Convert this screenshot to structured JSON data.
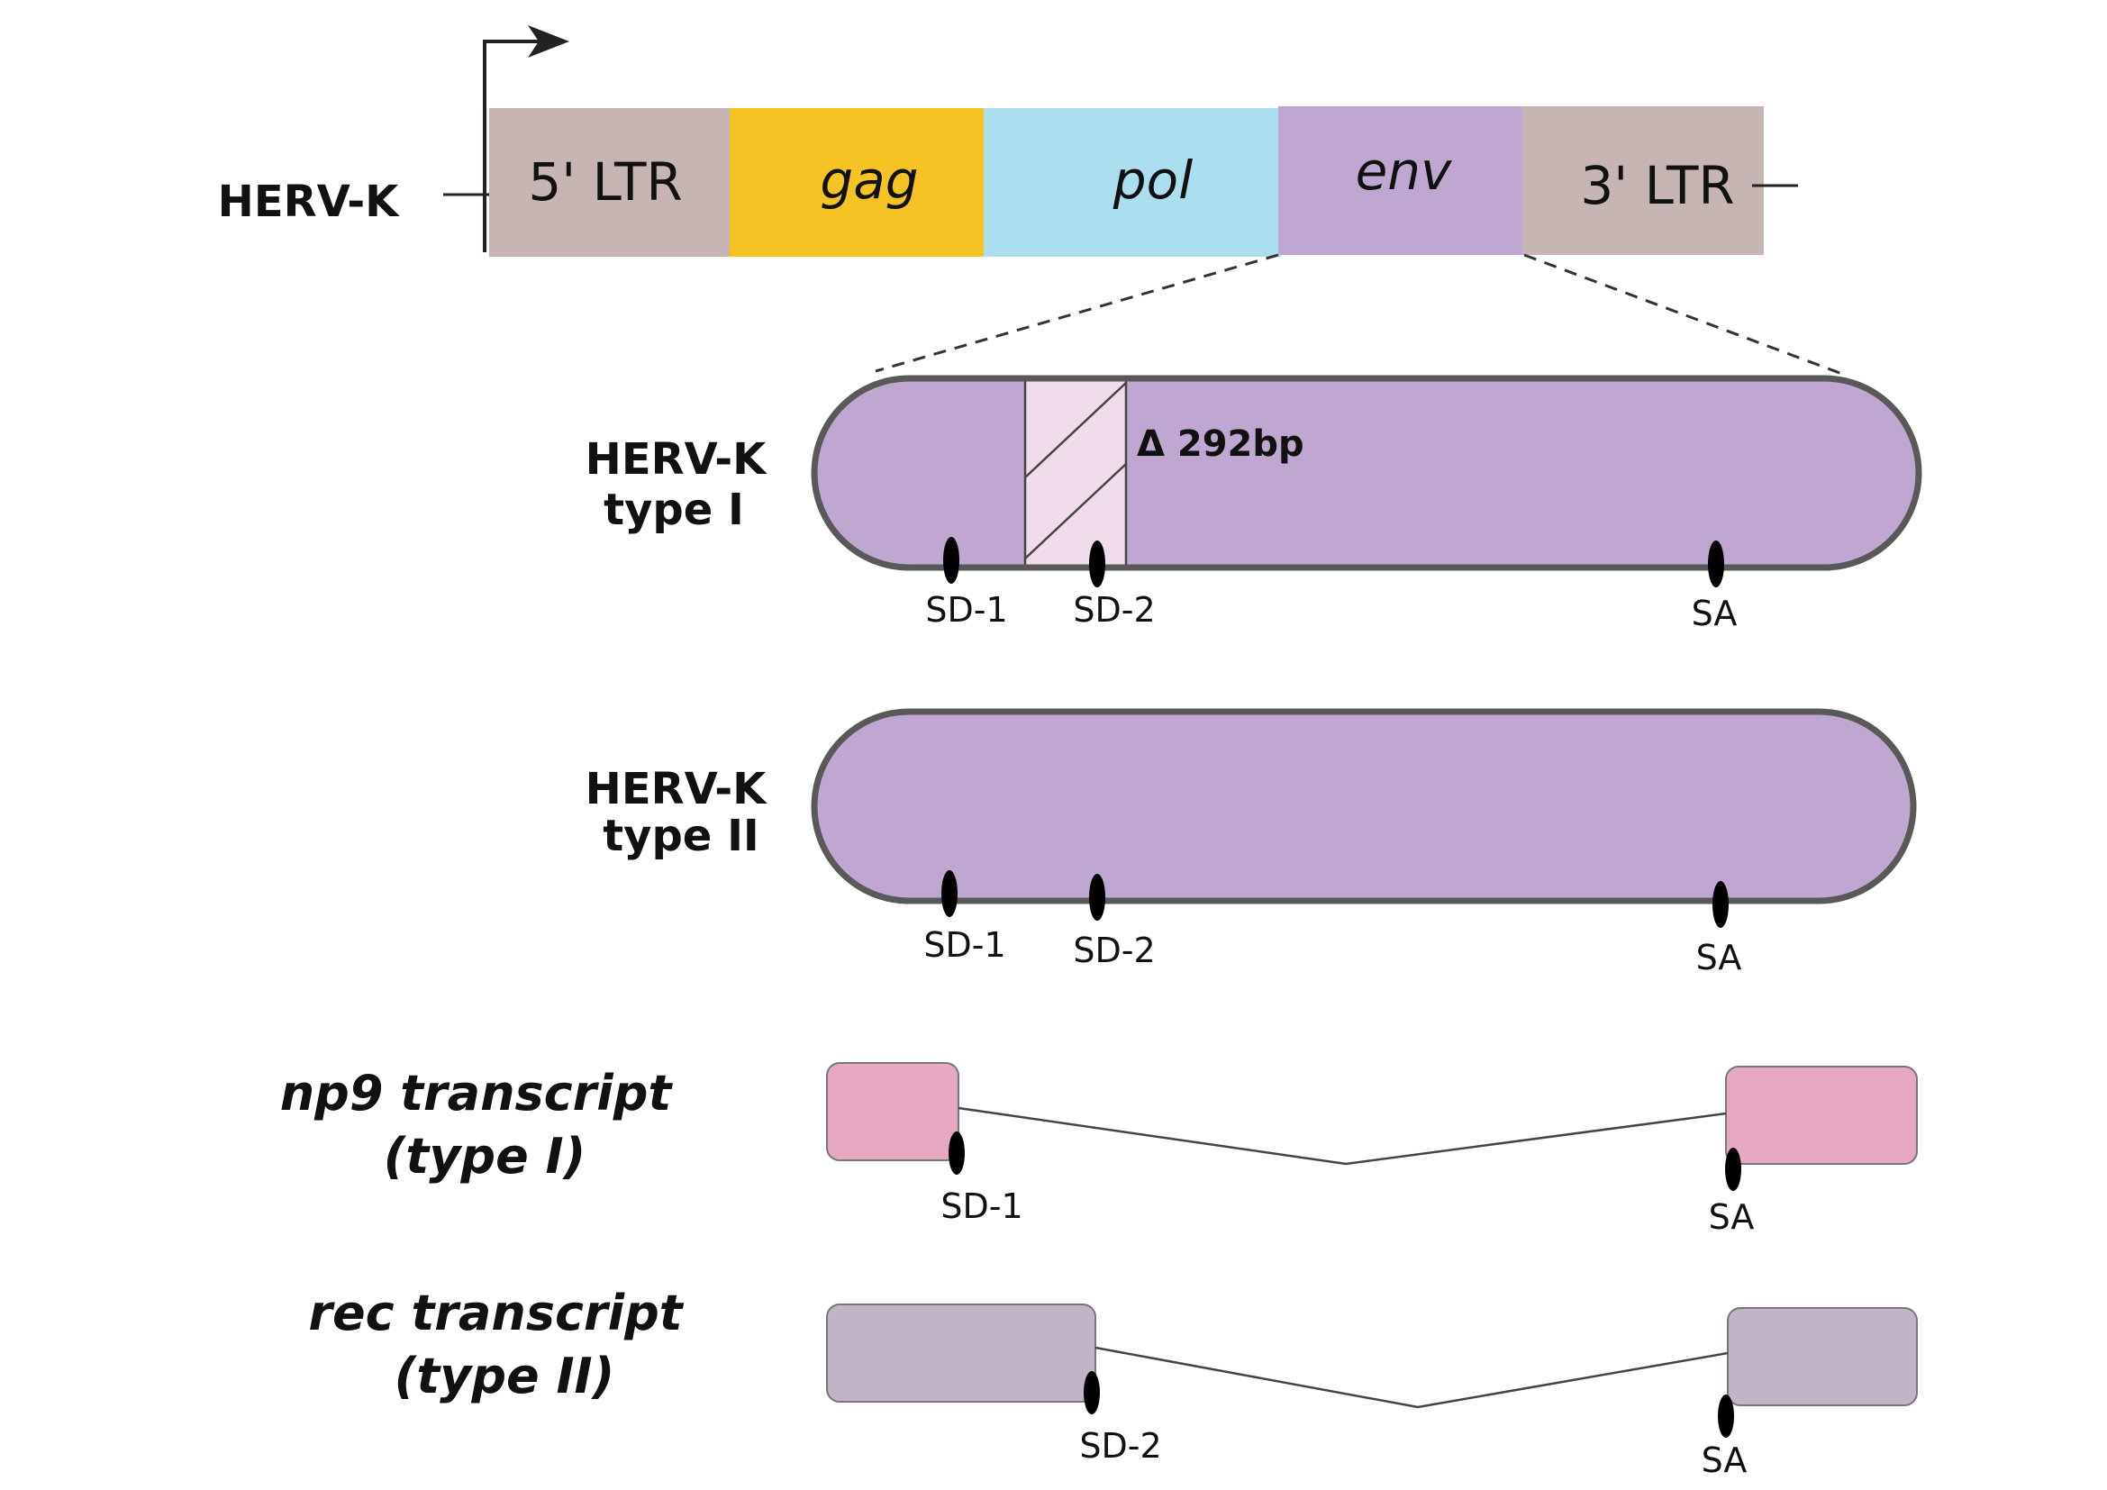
{
  "colors": {
    "ltr": "#c6b5b3",
    "gag": "#f5c424",
    "pol": "#abdff0",
    "env": "#bfa7d2",
    "deletion": "#f0dcea",
    "np9_exon": "#e7a8c3",
    "rec_exon": "#c3b3c7",
    "outline": "#595959",
    "text": "#111111"
  },
  "genome": {
    "label": "HERV-K",
    "segments": [
      {
        "key": "ltr5",
        "text": "5' LTR",
        "italic": false,
        "color": "#c6b5b3"
      },
      {
        "key": "gag",
        "text": "gag",
        "italic": true,
        "color": "#f5c424"
      },
      {
        "key": "pol",
        "text": "pol",
        "italic": true,
        "color": "#abdff0"
      },
      {
        "key": "env",
        "text": "env",
        "italic": true,
        "color": "#bfa7d2"
      },
      {
        "key": "ltr3",
        "text": "3' LTR",
        "italic": false,
        "color": "#c6b5b3"
      }
    ]
  },
  "env_type1": {
    "label_line1": "HERV-K",
    "label_line2": "type I",
    "deletion_label": "Δ 292bp",
    "sites": [
      "SD-1",
      "SD-2",
      "SA"
    ]
  },
  "env_type2": {
    "label_line1": "HERV-K",
    "label_line2": "type II",
    "sites": [
      "SD-1",
      "SD-2",
      "SA"
    ]
  },
  "np9": {
    "label_line1": "np9 transcript",
    "label_line2": "(type I)",
    "sites": [
      "SD-1",
      "SA"
    ]
  },
  "rec": {
    "label_line1": "rec transcript",
    "label_line2": "(type II)",
    "sites": [
      "SD-2",
      "SA"
    ]
  }
}
